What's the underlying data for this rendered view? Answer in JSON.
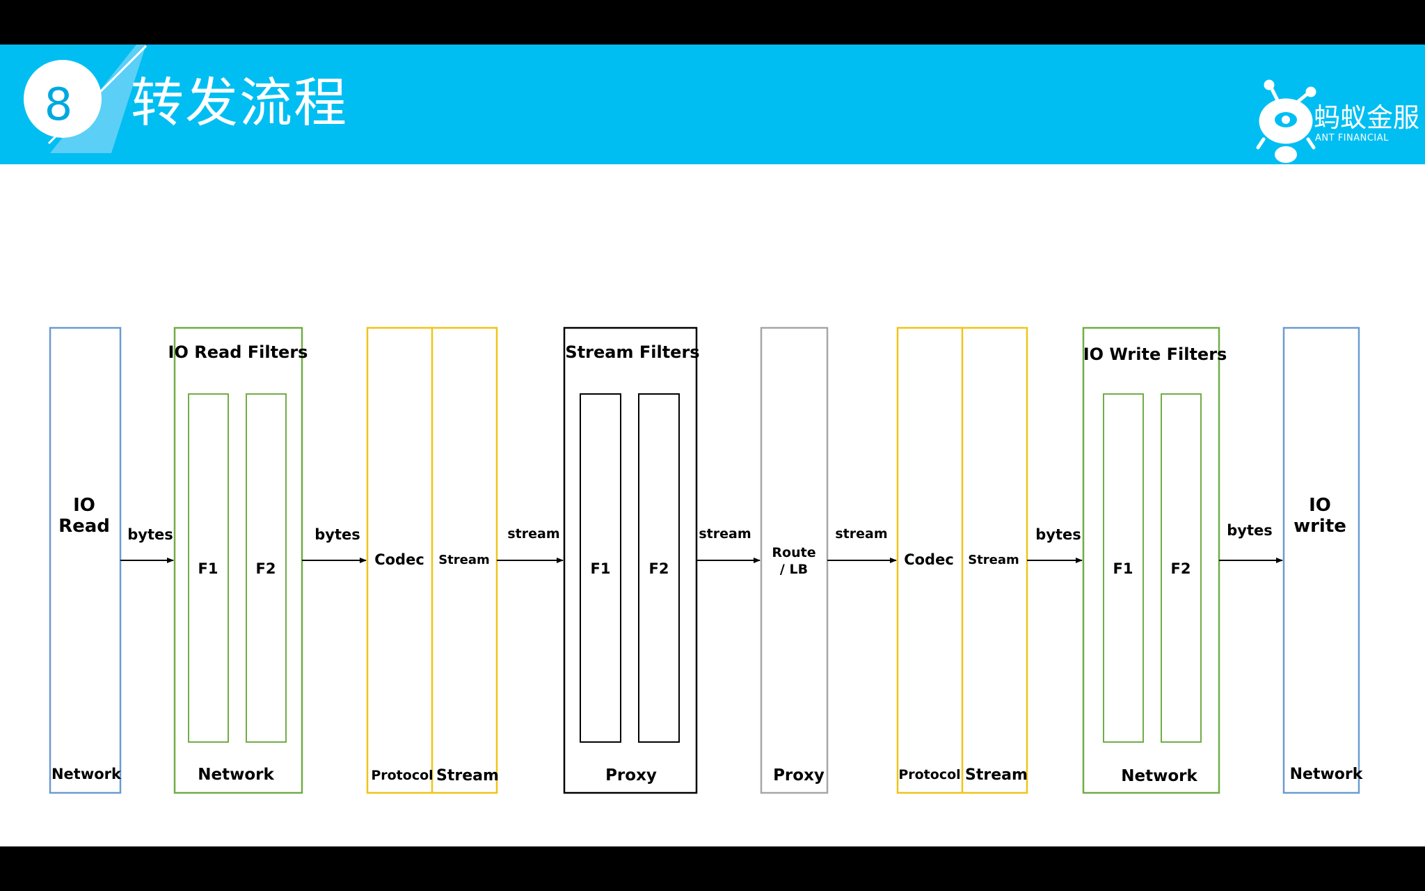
{
  "header": {
    "number": "8",
    "title": "转发流程",
    "logo_cn": "蚂蚁金服",
    "logo_en": "ANT FINANCIAL"
  },
  "colors": {
    "header_bg": "#00bef2",
    "network_blue": "#6b9bd1",
    "filter_green": "#70ad47",
    "protocol_yellow": "#f0c419",
    "proxy_black": "#000000",
    "router_gray": "#a6a6a6"
  },
  "diagram": {
    "io_read": {
      "title_1": "IO",
      "title_2": "Read",
      "footer": "Network"
    },
    "io_read_filters": {
      "title": "IO Read Filters",
      "f1": "F1",
      "f2": "F2",
      "footer": "Network"
    },
    "codec_in": {
      "codec": "Codec",
      "stream": "Stream",
      "footer_left": "Protocol",
      "footer_right": "Stream"
    },
    "stream_filters": {
      "title": "Stream Filters",
      "f1": "F1",
      "f2": "F2",
      "footer": "Proxy"
    },
    "router": {
      "title_1": "Route",
      "title_2": "/ LB",
      "footer": "Proxy"
    },
    "codec_out": {
      "codec": "Codec",
      "stream": "Stream",
      "footer_left": "Protocol",
      "footer_right": "Stream"
    },
    "io_write_filters": {
      "title": "IO Write Filters",
      "f1": "F1",
      "f2": "F2",
      "footer": "Network"
    },
    "io_write": {
      "title_1": "IO",
      "title_2": "write",
      "footer": "Network"
    },
    "arrows": [
      "bytes",
      "bytes",
      "stream",
      "stream",
      "stream",
      "bytes",
      "bytes"
    ]
  }
}
